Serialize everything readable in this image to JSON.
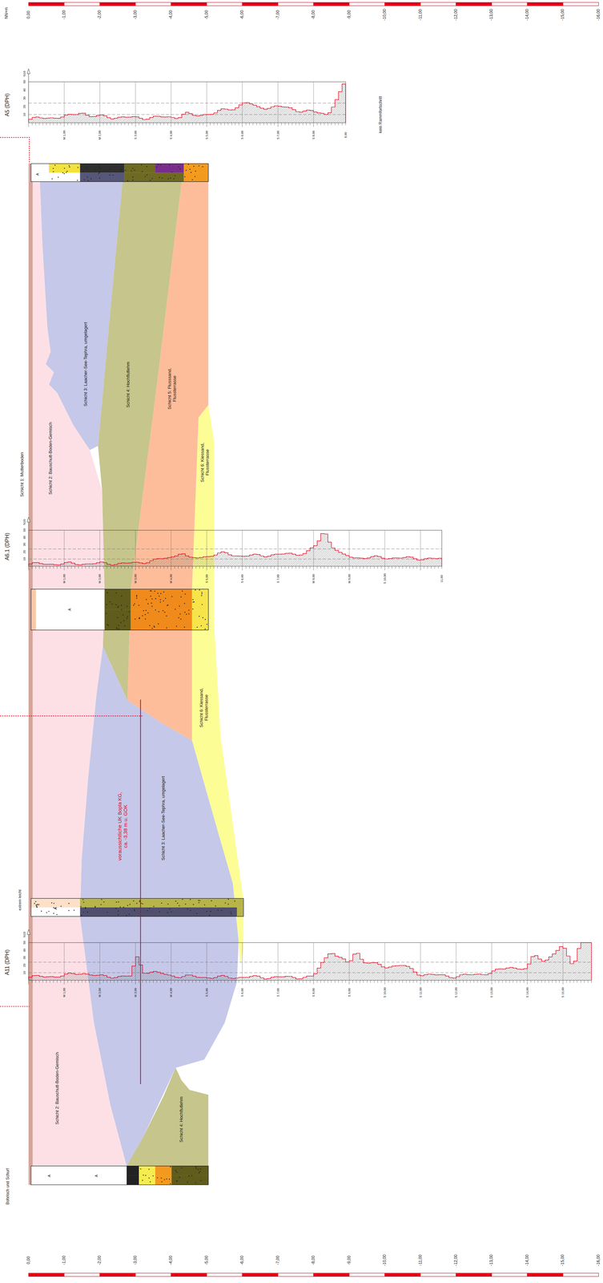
{
  "diagram": {
    "labels": [
      "NN+m",
      "0,00",
      "-1,00",
      "-2,00",
      "-3,00",
      "-4,00",
      "-5,00",
      "-6,00",
      "-7,00",
      "-8,00",
      "-9,00",
      "-10,00",
      "-11,00",
      "-12,00",
      "-13,00",
      "-14,00",
      "-15,00",
      "-16,00",
      "0,00",
      "-1,00",
      "-2,00",
      "-3,00",
      "-4,00",
      "-5,00",
      "-6,00",
      "-7,00",
      "-8,00",
      "-9,00",
      "-10,00",
      "-11,00",
      "-12,00",
      "-13,00",
      "-14,00",
      "-15,00",
      "-16,00",
      "A5 (DPH)",
      "N10",
      "10",
      "20",
      "30",
      "40",
      "50",
      "M 1,00",
      "M 2,00",
      "S 3,00",
      "S 4,00",
      "S 5,00",
      "S 6,00",
      "S 7,00",
      "S 8,00",
      "8,90",
      "kein Rammfortschritt",
      "A6.1 (DPH)",
      "N10",
      "10",
      "20",
      "30",
      "40",
      "50",
      "M 1,00",
      "M 2,00",
      "M 3,00",
      "M 4,00",
      "S 5,00",
      "S 6,00",
      "S 7,00",
      "M 8,00",
      "M 9,00",
      "S 10,00",
      "11,60",
      "A11 (DPH)",
      "extrem leicht",
      "N10",
      "10",
      "20",
      "30",
      "40",
      "50",
      "M 1,00",
      "M 2,00",
      "M 3,00",
      "M 4,00",
      "S 5,00",
      "S 6,00",
      "S 7,00",
      "S 8,00",
      "S 9,00",
      "S 10,00",
      "S 11,00",
      "S 12,00",
      "S 13,00",
      "S 14,00",
      "S 15,00",
      "Schicht 1: Mutterboden",
      "Schicht 2: Bauschutt-Boden-Gemisch",
      "Schicht 3: Laacher-See-Tephra, umgelagert",
      "Schicht 4: Hochflutlehm",
      "Schicht 5: Flusssand, Flussterrasse",
      "Schicht 6: Kiessand, Flussterrasse",
      "Schicht 6: Kiessand, Flussterrasse",
      "voraussichtliche UK Bopla KG, ca. -3,38 m u. GOK",
      "Schicht 3: Laacher-See-Tephra, umgelagert",
      "Schicht 2: Bauschutt-Boden-Gemisch",
      "Schicht 4: Hochflutlehm",
      "Bohrloch und Schurf",
      "A",
      "A",
      "A",
      "A",
      "A"
    ]
  }
}
